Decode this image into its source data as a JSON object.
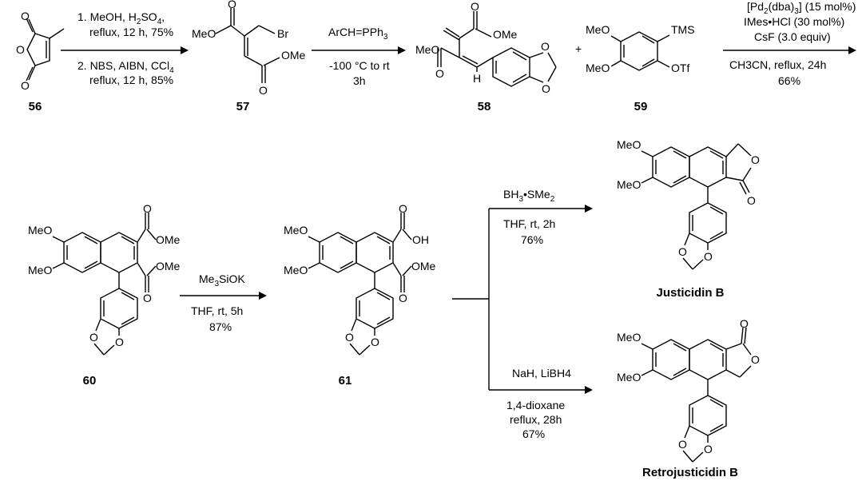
{
  "compounds": {
    "c56": "56",
    "c57": "57",
    "c58": "58",
    "c59": "59",
    "c60": "60",
    "c61": "61",
    "justicidin": "Justicidin B",
    "retrojusticidin": "Retrojusticidin B"
  },
  "atoms": {
    "o": "O",
    "meo": "MeO",
    "ome": "OMe",
    "br": "Br",
    "h": "H",
    "tms": "TMS",
    "otf": "OTf",
    "oh": "OH",
    "plus": "+"
  },
  "steps": {
    "step1": {
      "line1_a": "1. MeOH, H",
      "line1_sub": "2",
      "line1_b": "SO",
      "line1_sub2": "4",
      "line1_c": ",",
      "line2": "reflux, 12 h, 75%",
      "line3_a": "2. NBS, AIBN, CCl",
      "line3_sub": "4",
      "line4": "reflux, 12 h, 85%"
    },
    "step2": {
      "above_a": "ArCH=PPh",
      "above_sub": "3",
      "below1": "-100 °C to rt",
      "below2": "3h"
    },
    "step3": {
      "line1_a": "[Pd",
      "line1_sub": "2",
      "line1_b": "(dba)",
      "line1_sub2": "3",
      "line1_c": "] (15 mol%)",
      "line2": "IMes•HCl (30 mol%)",
      "line3": "CsF (3.0 equiv)",
      "line4": "CH3CN, reflux, 24h",
      "line5": "66%"
    },
    "step4": {
      "above_a": "Me",
      "above_sub": "3",
      "above_b": "SiOK",
      "below1": "THF,  rt, 5h",
      "below2": "87%"
    },
    "step5": {
      "above_a": "BH",
      "above_sub": "3",
      "above_b": "•SMe",
      "above_sub2": "2",
      "below1": "THF,  rt, 2h",
      "below2": "76%"
    },
    "step6": {
      "above": "NaH, LiBH4",
      "below1": "1,4-dioxane",
      "below2": "reflux, 28h",
      "below3": "67%"
    }
  }
}
